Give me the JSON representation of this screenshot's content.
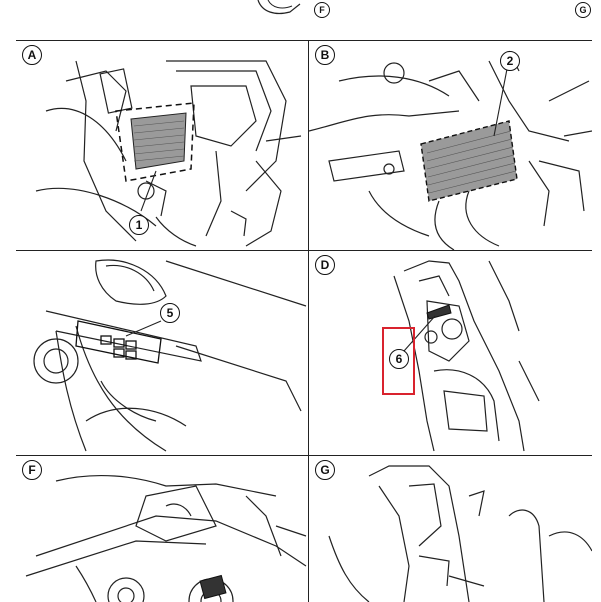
{
  "top_fragment": {
    "callout_f": "F",
    "callout_g": "G"
  },
  "panels": {
    "A": {
      "letter": "A",
      "callouts": [
        "1"
      ]
    },
    "B": {
      "letter": "B",
      "callouts": [
        "2"
      ]
    },
    "C": {
      "letter": "",
      "callouts": [
        "5"
      ]
    },
    "D": {
      "letter": "D",
      "callouts": [
        "6"
      ]
    },
    "F": {
      "letter": "F",
      "callouts": []
    },
    "G": {
      "letter": "G",
      "callouts": []
    }
  },
  "highlight_color": "#d9232e"
}
